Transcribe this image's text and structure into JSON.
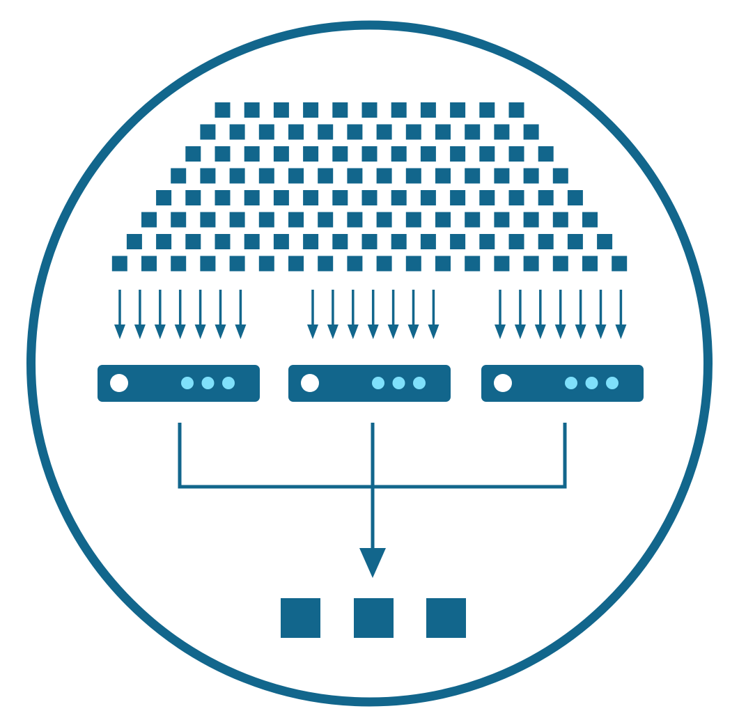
{
  "colors": {
    "primary": "#12668c",
    "light_accent": "#7fe0fb",
    "background": "#ffffff"
  },
  "icons": {
    "frame": "circle-frame-icon",
    "data_block": "data-block-icon",
    "arrow": "down-arrow-icon",
    "server": "server-icon",
    "output": "output-block-icon"
  },
  "diagram": {
    "input_block_rows": [
      11,
      12,
      13,
      14,
      15,
      16,
      17,
      18
    ],
    "arrows_per_server": 7,
    "server_count": 3,
    "lights_per_server": 3,
    "output_block_count": 3
  }
}
